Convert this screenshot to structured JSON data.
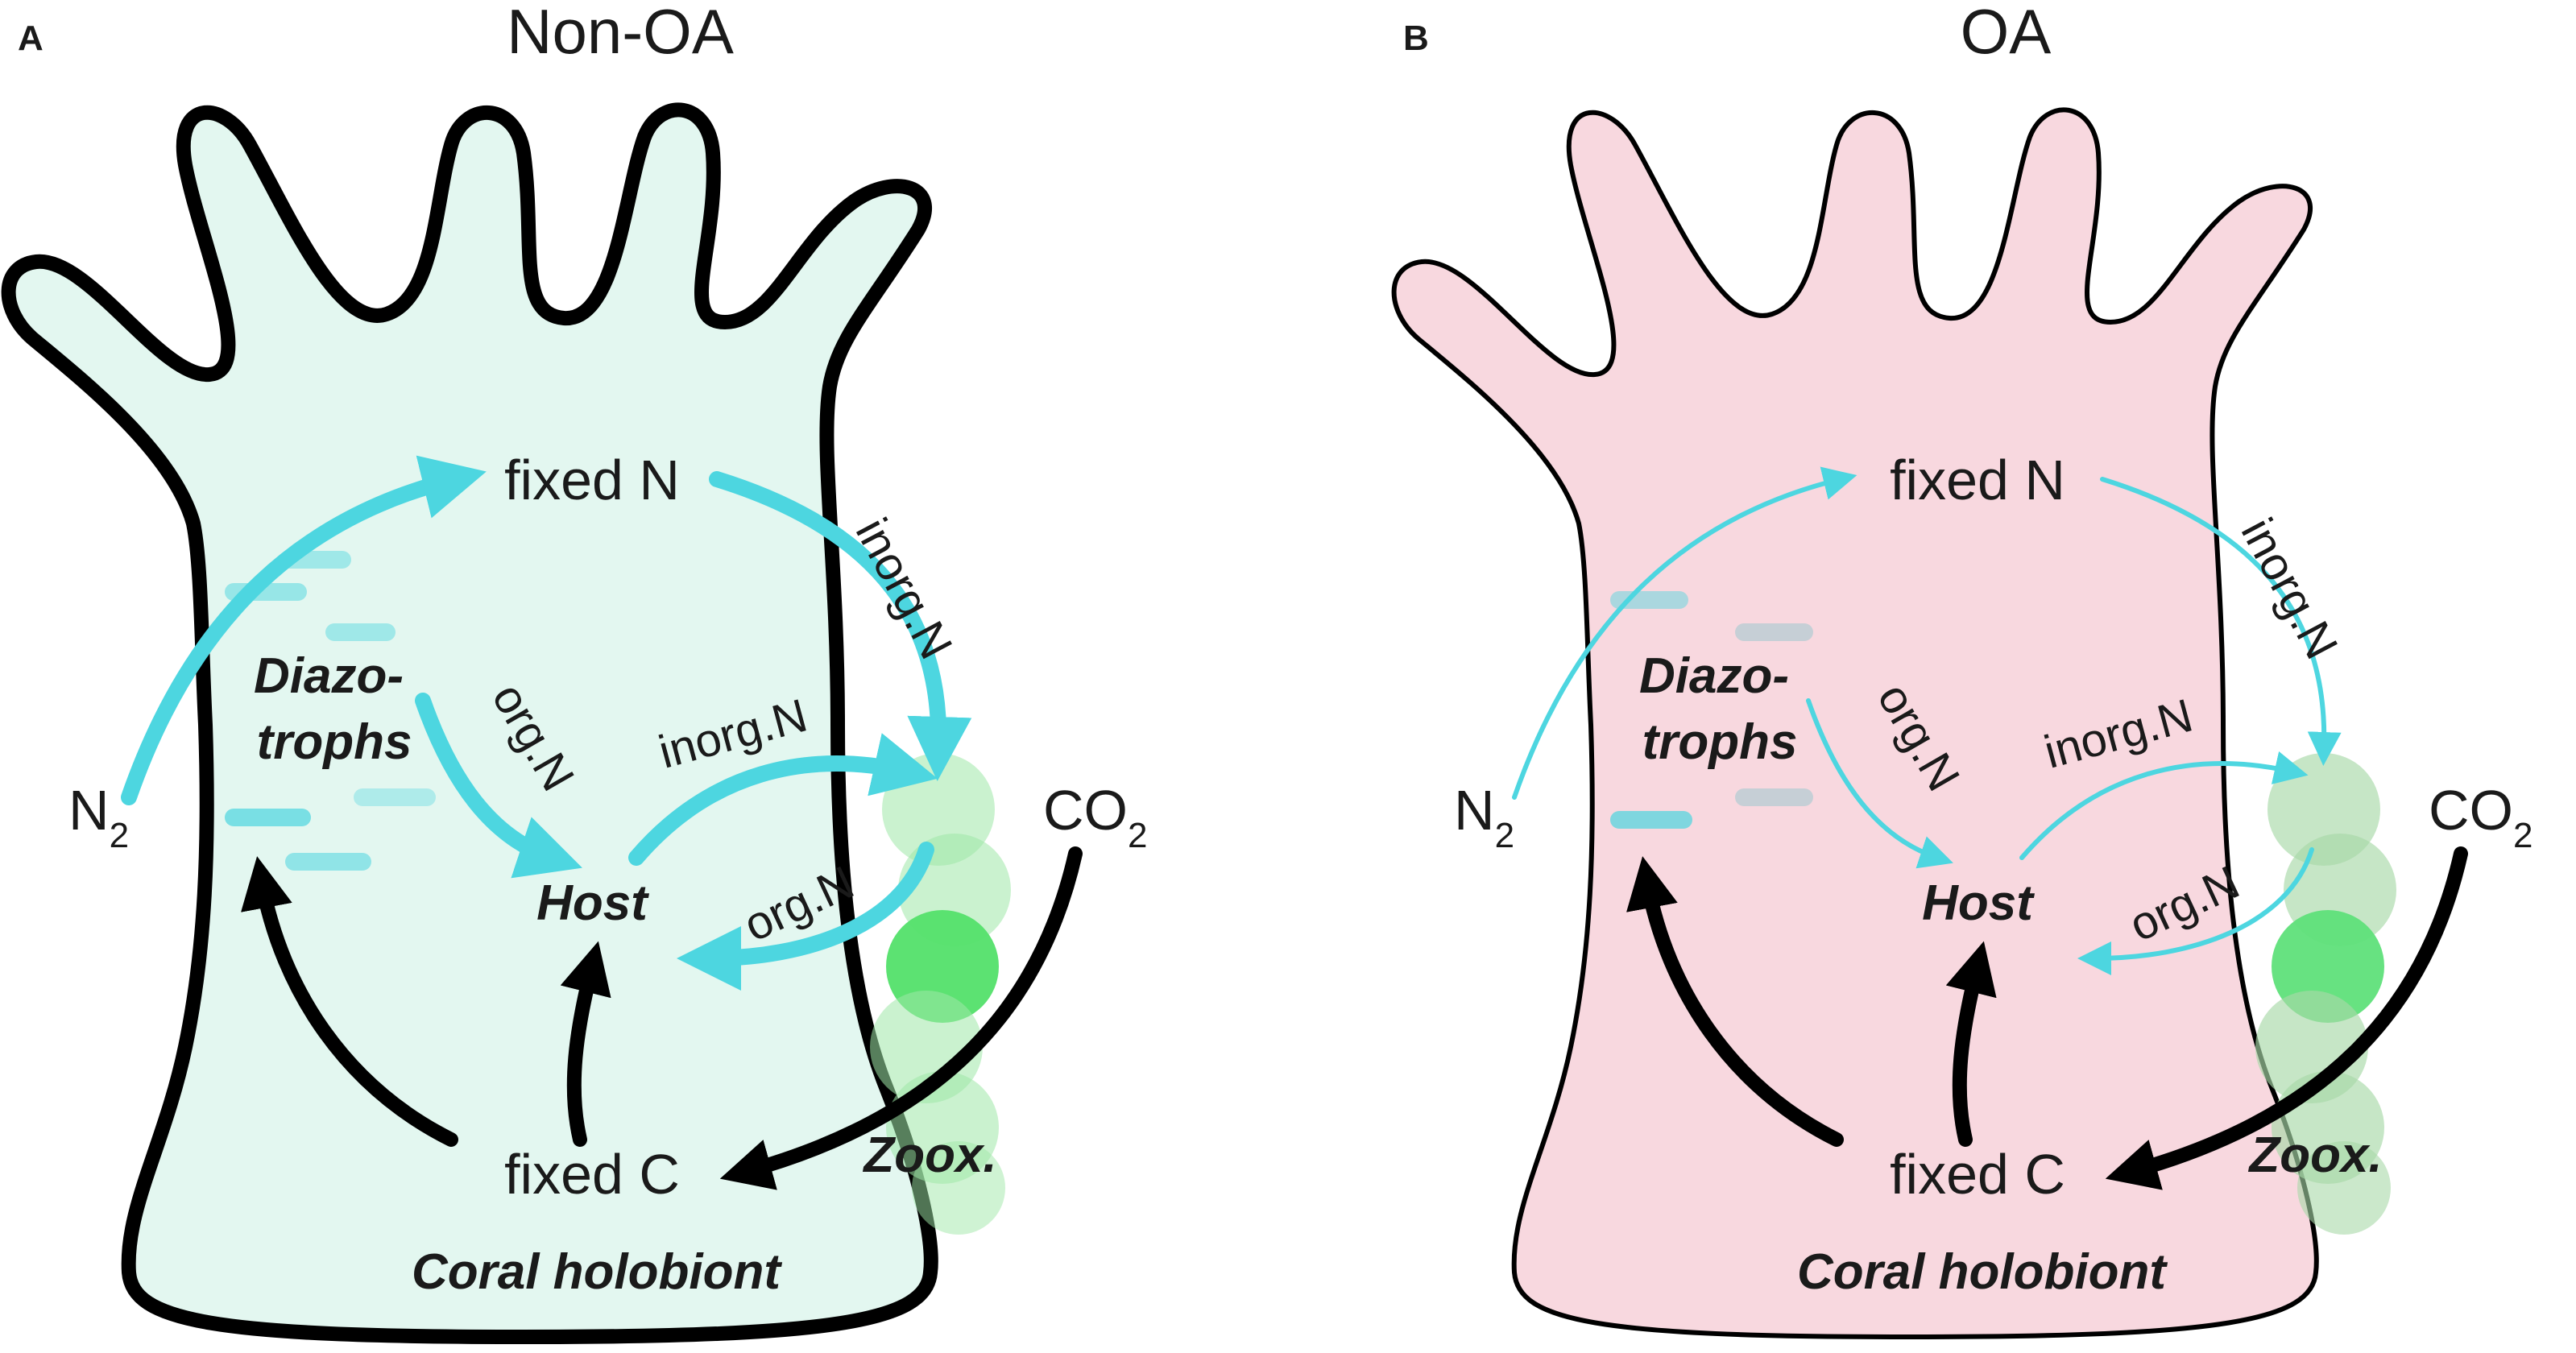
{
  "panels": [
    {
      "letter": "A",
      "title": "Non-OA",
      "fill": "#e3f7f0",
      "labels": {
        "fixed_n": "fixed N",
        "fixed_c": "fixed C",
        "n2": "N",
        "n2_sub": "2",
        "co2": "CO",
        "co2_sub": "2",
        "inorg_n_top": "inorg.N",
        "org_n_left": "org.N",
        "inorg_n_mid": "inorg.N",
        "org_n_mid": "org.N",
        "diazo_1": "Diazo-",
        "diazo_2": "trophs",
        "host": "Host",
        "zoox": "Zoox.",
        "holobiont": "Coral holobiont"
      }
    },
    {
      "letter": "B",
      "title": "OA",
      "fill": "#f8d8df",
      "labels": {
        "fixed_n": "fixed N",
        "fixed_c": "fixed C",
        "n2": "N",
        "n2_sub": "2",
        "co2": "CO",
        "co2_sub": "2",
        "inorg_n_top": "inorg.N",
        "org_n_left": "org.N",
        "inorg_n_mid": "inorg.N",
        "org_n_mid": "org.N",
        "diazo_1": "Diazo-",
        "diazo_2": "trophs",
        "host": "Host",
        "zoox": "Zoox.",
        "holobiont": "Coral holobiont"
      }
    }
  ],
  "colors": {
    "nitrogen_flow": "#4dd6e0",
    "carbon_flow": "#000000",
    "zoox_light": "#9fe8a8",
    "zoox_dark": "#53e06a",
    "outline": "#000000"
  }
}
